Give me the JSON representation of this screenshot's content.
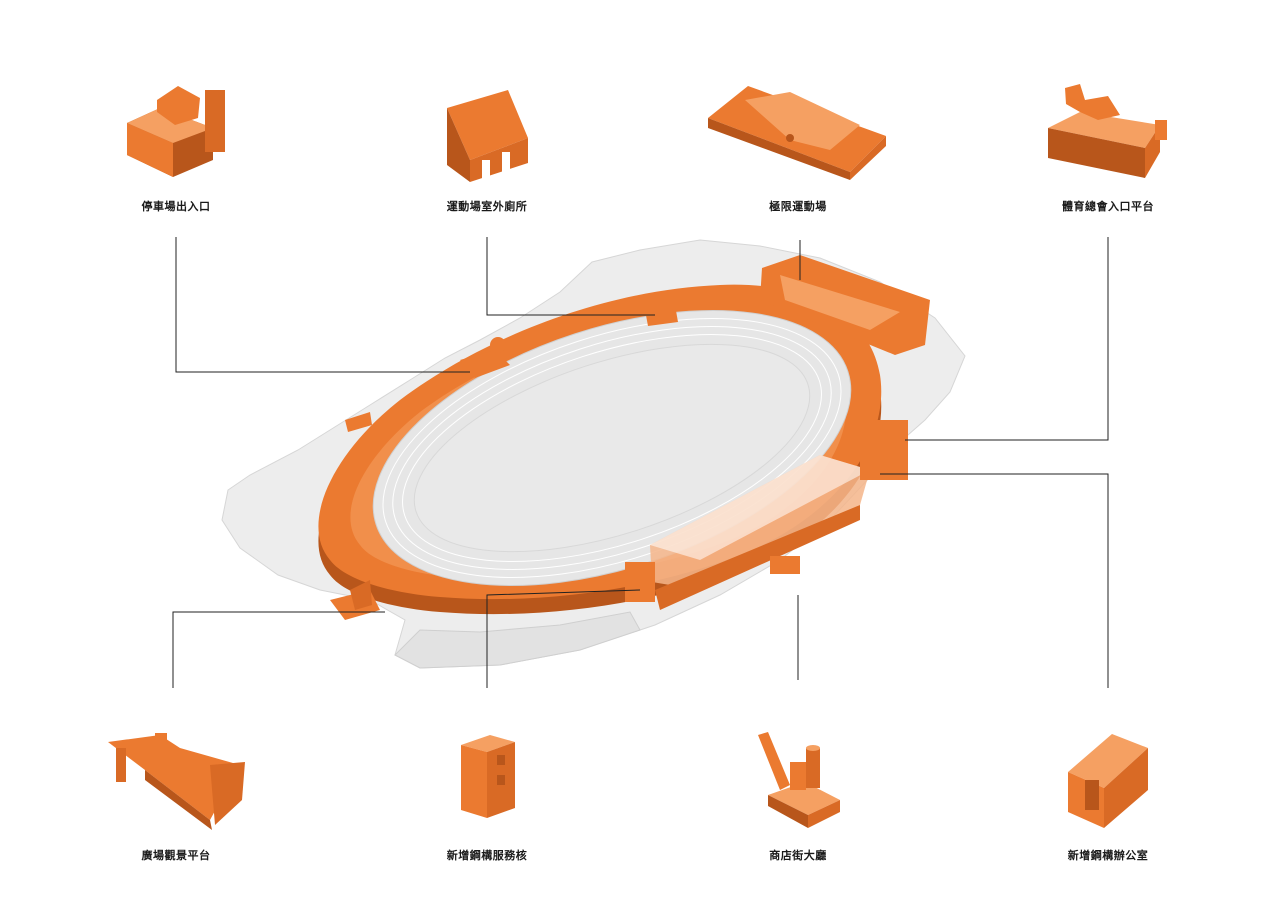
{
  "diagram": {
    "accent_color": "#EB7A30",
    "accent_dark": "#B8561B",
    "accent_light": "#F5A062",
    "ground_color": "#EDEDED",
    "field_color": "#E6E6E6",
    "leader_color": "#222222",
    "components": [
      {
        "id": "parking-entrance",
        "label": "停車場出入口"
      },
      {
        "id": "stadium-outdoor-restroom",
        "label": "運動場室外廁所"
      },
      {
        "id": "extreme-sports-park",
        "label": "極限運動場"
      },
      {
        "id": "sports-association-entrance-platform",
        "label": "體育總會入口平台"
      },
      {
        "id": "plaza-viewing-platform",
        "label": "廣場觀景平台"
      },
      {
        "id": "new-steel-service-core",
        "label": "新增鋼構服務核"
      },
      {
        "id": "shopping-street-hall",
        "label": "商店街大廳"
      },
      {
        "id": "new-steel-office",
        "label": "新增鋼構辦公室"
      }
    ]
  }
}
